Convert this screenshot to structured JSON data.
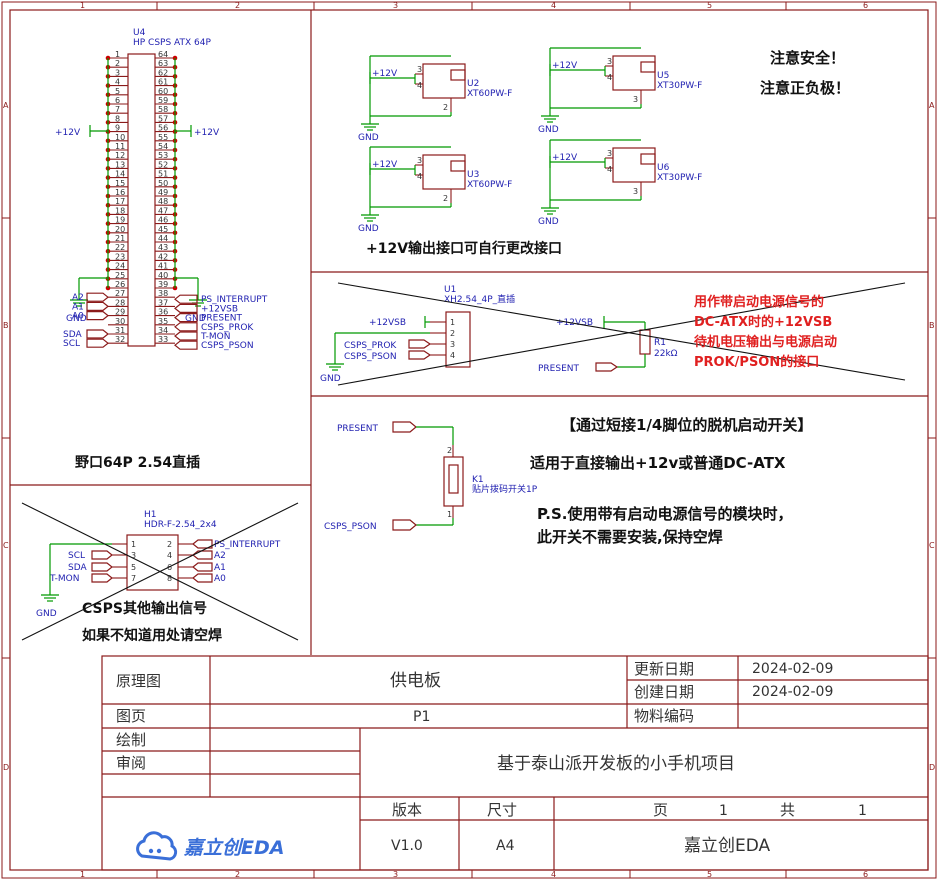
{
  "border_marks": {
    "cols": [
      "1",
      "2",
      "3",
      "4",
      "5",
      "6"
    ],
    "rows": [
      "A",
      "B",
      "C",
      "D"
    ]
  },
  "u4": {
    "ref": "U4",
    "name": "HP CSPS ATX 64P",
    "left_nums": [
      "1",
      "2",
      "3",
      "4",
      "5",
      "6",
      "7",
      "8",
      "9",
      "10",
      "11",
      "12",
      "13",
      "14",
      "15",
      "16",
      "17",
      "18",
      "19",
      "20",
      "21",
      "22",
      "23",
      "24",
      "25",
      "26",
      "27",
      "28",
      "29",
      "30",
      "31",
      "32"
    ],
    "right_nums": [
      "64",
      "63",
      "62",
      "61",
      "60",
      "59",
      "58",
      "57",
      "56",
      "55",
      "54",
      "53",
      "52",
      "51",
      "50",
      "49",
      "48",
      "47",
      "46",
      "45",
      "44",
      "43",
      "42",
      "41",
      "40",
      "39",
      "38",
      "37",
      "36",
      "35",
      "34",
      "33"
    ],
    "left_signals": [
      "A2",
      "A1",
      "A0",
      "SDA",
      "SCL"
    ],
    "right_signals": [
      "PS_INTERRUPT",
      "+12VSB",
      "PRESENT",
      "CSPS_PROK",
      "T-MON",
      "CSPS_PSON"
    ],
    "v12_left": "+12V",
    "v12_right": "+12V",
    "gnd_left": "GND",
    "gnd_right": "GND",
    "caption": "野口64P 2.54直插"
  },
  "xt": [
    {
      "ref": "U2",
      "name": "XT60PW-F",
      "net": "+12V",
      "gnd": "GND"
    },
    {
      "ref": "U3",
      "name": "XT60PW-F",
      "net": "+12V",
      "gnd": "GND"
    },
    {
      "ref": "U5",
      "name": "XT30PW-F",
      "net": "+12V",
      "gnd": "GND"
    },
    {
      "ref": "U6",
      "name": "XT30PW-F",
      "net": "+12V",
      "gnd": "GND"
    }
  ],
  "safety_line1": "注意安全！",
  "safety_line2": "注意正负极！",
  "output_note": "+12V输出接口可自行更改接口",
  "u1": {
    "ref": "U1",
    "name": "XH2.54_4P_直插",
    "signals": [
      "+12VSB",
      "CSPS_PROK",
      "CSPS_PSON"
    ],
    "gnd": "GND",
    "r_net": "+12VSB",
    "r_ref": "R1",
    "r_val": "22kΩ",
    "present": "PRESENT"
  },
  "u1_note": [
    "用作带启动电源信号的",
    "DC-ATX时的+12VSB",
    "待机电压输出与电源启动",
    "PROK/PSON的接口"
  ],
  "k1": {
    "ref": "K1",
    "name": "贴片拨码开关1P",
    "top": "PRESENT",
    "bottom": "CSPS_PSON"
  },
  "k1_note": {
    "title": "【通过短接1/4脚位的脱机启动开关】",
    "line1": "适用于直接输出+12v或普通DC-ATX",
    "line2": "P.S.使用带有启动电源信号的模块时，",
    "line3": "此开关不需要安装,保持空焊"
  },
  "h1": {
    "ref": "H1",
    "name": "HDR-F-2.54_2x4",
    "left": [
      "SCL",
      "SDA",
      "T-MON"
    ],
    "right": [
      "PS_INTERRUPT",
      "A2",
      "A1",
      "A0"
    ],
    "gnd": "GND",
    "pins_left": [
      "1",
      "3",
      "5",
      "7"
    ],
    "pins_right": [
      "2",
      "4",
      "6",
      "8"
    ]
  },
  "h1_note": {
    "line1": "CSPS其他输出信号",
    "line2": "如果不知道用处请空焊"
  },
  "title_block": {
    "schematic": "原理图",
    "board": "供电板",
    "update_label": "更新日期",
    "update_date": "2024-02-09",
    "create_label": "创建日期",
    "create_date": "2024-02-09",
    "page_label": "图页",
    "page_value": "P1",
    "material_label": "物料编码",
    "drawn_label": "绘制",
    "review_label": "审阅",
    "project": "基于泰山派开发板的小手机项目",
    "version_label": "版本",
    "size_label": "尺寸",
    "page_of_label": "页",
    "page_num": "1",
    "total_label": "共",
    "total_num": "1",
    "brand": "嘉立创EDA",
    "version": "V1.0",
    "size": "A4",
    "company": "嘉立创EDA"
  }
}
